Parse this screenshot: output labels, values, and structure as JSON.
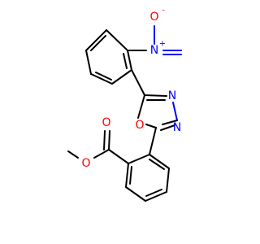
{
  "molecule": {
    "atoms": {
      "nitro_o_minus": {
        "symbol": "O",
        "charge": "-",
        "color": "#ff0000"
      },
      "nitro_n": {
        "symbol": "N",
        "charge": "+",
        "color": "#0000ff"
      },
      "ring_n1": {
        "symbol": "N",
        "color": "#0000ff"
      },
      "ring_n2": {
        "symbol": "N",
        "color": "#0000ff"
      },
      "ring_o": {
        "symbol": "O",
        "color": "#ff0000"
      },
      "ester_carbonyl_o": {
        "symbol": "O",
        "color": "#ff0000"
      },
      "ester_o": {
        "symbol": "O",
        "color": "#ff0000"
      }
    }
  }
}
